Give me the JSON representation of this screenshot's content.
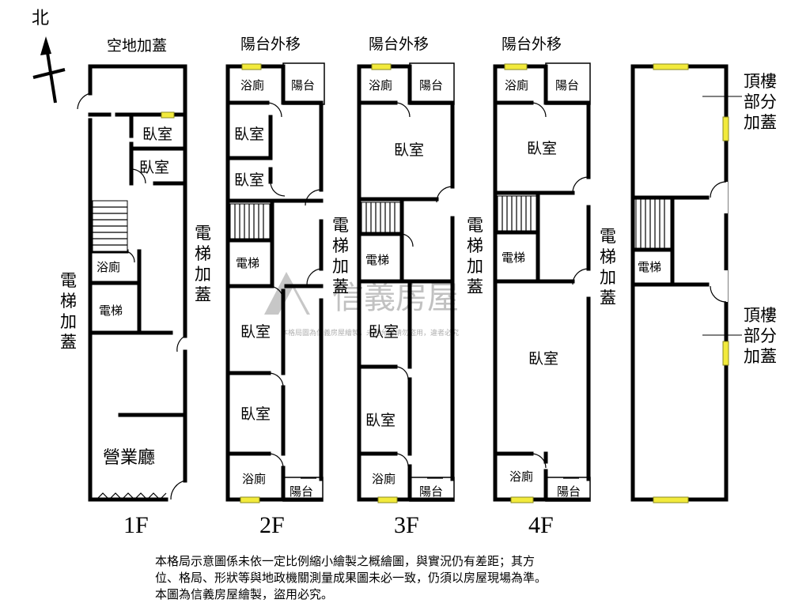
{
  "compass": {
    "label": "北"
  },
  "labels": {
    "open_space_addition": "空地加蓋",
    "balcony_moved": "陽台外移",
    "bathroom": "浴廁",
    "balcony": "陽台",
    "bedroom": "臥室",
    "elevator": "電梯",
    "elevator_addition": "電梯加蓋",
    "business_hall": "營業廳",
    "roof_addition": "頂樓部分加蓋"
  },
  "floors": [
    "1F",
    "2F",
    "3F",
    "4F"
  ],
  "watermark": {
    "brand": "信義房屋",
    "fine": "本格局圖為信義房屋繪製，未經允許請勿盜用，違者必究"
  },
  "note": {
    "line1": "本格局示意圖係未依一定比例縮小繪製之概繪圖，與實況仍有差距；其方",
    "line2": "位、格局、形狀等與地政機關測量成果圖未必一致，仍須以房屋現場為準。",
    "line3": "本圖為信義房屋繪製，盜用必究。"
  }
}
